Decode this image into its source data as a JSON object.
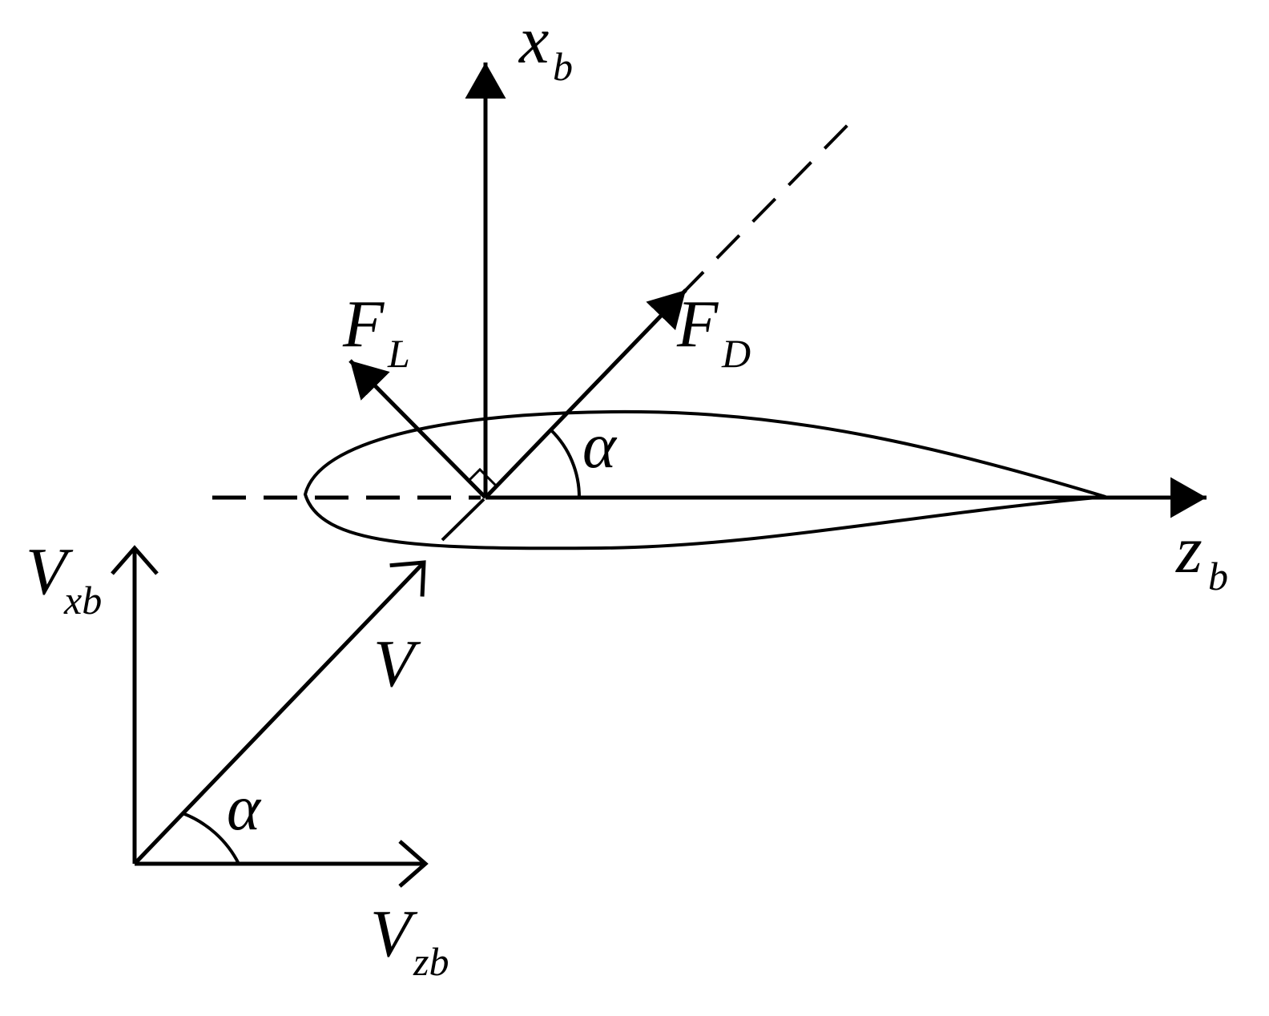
{
  "labels": {
    "x_axis": "x",
    "x_axis_sub": "b",
    "z_axis": "z",
    "z_axis_sub": "b",
    "lift": "F",
    "lift_sub": "L",
    "drag": "F",
    "drag_sub": "D",
    "alpha_top": "α",
    "velocity": "V",
    "v_xb": "V",
    "v_xb_sub": "xb",
    "v_zb": "V",
    "v_zb_sub": "zb",
    "alpha_bottom": "α"
  },
  "colors": {
    "stroke": "#000000",
    "background": "#ffffff"
  }
}
